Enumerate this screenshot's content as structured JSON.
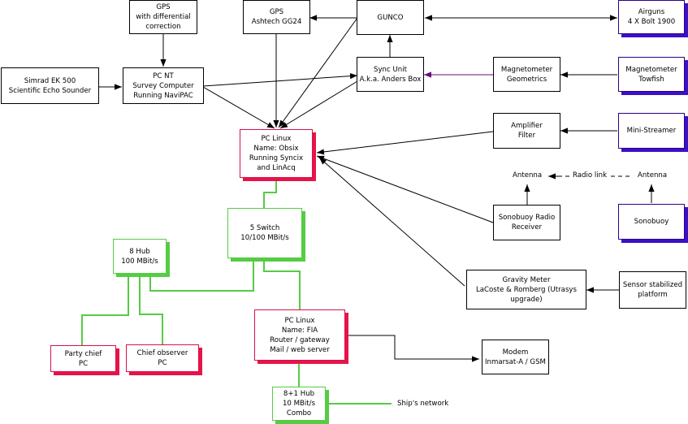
{
  "title": "Ship data acquisition network diagram",
  "colors": {
    "computer_border": "#e8134a",
    "network_border": "#55cc44",
    "sensor_border": "#3a10c8",
    "sync_link": "#6a0a7a",
    "wire": "#000000"
  },
  "nodes": {
    "gps_diff": {
      "lines": [
        "GPS",
        "with differential",
        "correction"
      ]
    },
    "simrad": {
      "lines": [
        "Simrad EK 500",
        "Scientific Echo Sounder"
      ]
    },
    "pc_nt": {
      "lines": [
        "PC NT",
        "Survey Computer",
        "Running NaviPAC"
      ]
    },
    "gps_ashtech": {
      "lines": [
        "GPS",
        "Ashtech GG24"
      ]
    },
    "gunco": {
      "lines": [
        "GUNCO"
      ]
    },
    "airguns": {
      "lines": [
        "Airguns",
        "4 X Bolt 1900"
      ]
    },
    "sync_unit": {
      "lines": [
        "Sync Unit",
        "A.k.a. Anders Box"
      ]
    },
    "mag_geo": {
      "lines": [
        "Magnetometer",
        "Geometrics"
      ]
    },
    "mag_tow": {
      "lines": [
        "Magnetometer",
        "Towfish"
      ]
    },
    "pc_obsix": {
      "lines": [
        "PC Linux",
        "Name: Obsix",
        "Running Syncix",
        "and LinAcq"
      ]
    },
    "amp_filter": {
      "lines": [
        "Amplifier",
        "Filter"
      ]
    },
    "mini_streamer": {
      "lines": [
        "Mini-Streamer"
      ]
    },
    "sono_receiver": {
      "lines": [
        "Sonobuoy Radio",
        "Receiver"
      ]
    },
    "sonobuoy": {
      "lines": [
        "Sonobuoy"
      ]
    },
    "switch5": {
      "lines": [
        "5 Switch",
        "10/100 MBit/s"
      ]
    },
    "hub8": {
      "lines": [
        "8 Hub",
        "100 MBit/s"
      ]
    },
    "gravity": {
      "lines": [
        "Gravity Meter",
        "LaCoste & Romberg (Utrasys",
        "upgrade)"
      ]
    },
    "sensor_platform": {
      "lines": [
        "Sensor stabilized",
        "platform"
      ]
    },
    "party_chief": {
      "lines": [
        "Party chief",
        "PC"
      ]
    },
    "chief_observer": {
      "lines": [
        "Chief observer",
        "PC"
      ]
    },
    "pc_fia": {
      "lines": [
        "PC Linux",
        "Name: FIA",
        "Router / gateway",
        "Mail / web server"
      ]
    },
    "modem": {
      "lines": [
        "Modem",
        "Inmarsat-A / GSM"
      ]
    },
    "hub8plus1": {
      "lines": [
        "8+1 Hub",
        "10 MBit/s",
        "Combo"
      ]
    }
  },
  "labels": {
    "antenna_left": "Antenna",
    "radio_link": "Radio link",
    "antenna_right": "Antenna",
    "ships_network": "Ship's network"
  }
}
